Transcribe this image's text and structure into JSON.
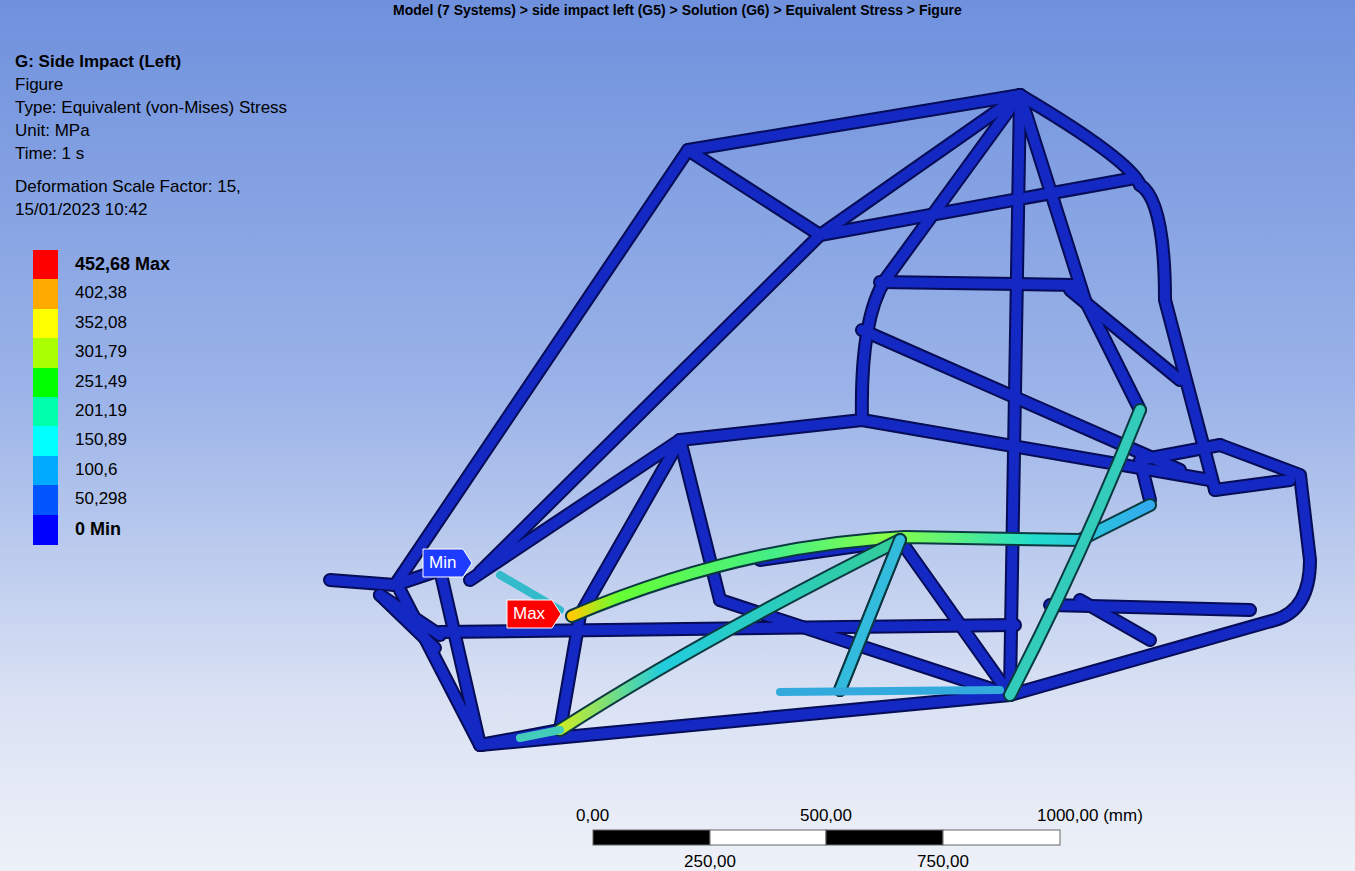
{
  "diagram": {
    "title": "G: Side Impact (Left)",
    "caption": "Model (7 Systems) > side impact left (G5) > Solution (G6) > Equivalent Stress > Figure",
    "nodes": [
      {
        "text": [
          "Min"
        ]
      },
      {
        "text": [
          "Max"
        ]
      }
    ],
    "labels": [
      "Figure",
      "Type: Equivalent (von-Mises) Stress",
      "Unit: MPa",
      "Time: 1 s",
      "Deformation Scale Factor: 15,",
      "15/01/2023 10:42",
      "0,00",
      "500,00",
      "1000,00 (mm)",
      "250,00",
      "750,00"
    ],
    "legend": [
      {
        "text": "452,68 Max",
        "color": "#ff0000"
      },
      {
        "text": "402,38",
        "color": "#ffaa00"
      },
      {
        "text": "352,08",
        "color": "#ffff00"
      },
      {
        "text": "301,79",
        "color": "#aaff00"
      },
      {
        "text": "251,49",
        "color": "#00ff00"
      },
      {
        "text": "201,19",
        "color": "#00ffaa"
      },
      {
        "text": "150,89",
        "color": "#00ffff"
      },
      {
        "text": "100,6",
        "color": "#00aaff"
      },
      {
        "text": "50,298",
        "color": "#0055ff"
      },
      {
        "text": "0 Min",
        "color": "#0000ff"
      }
    ]
  }
}
